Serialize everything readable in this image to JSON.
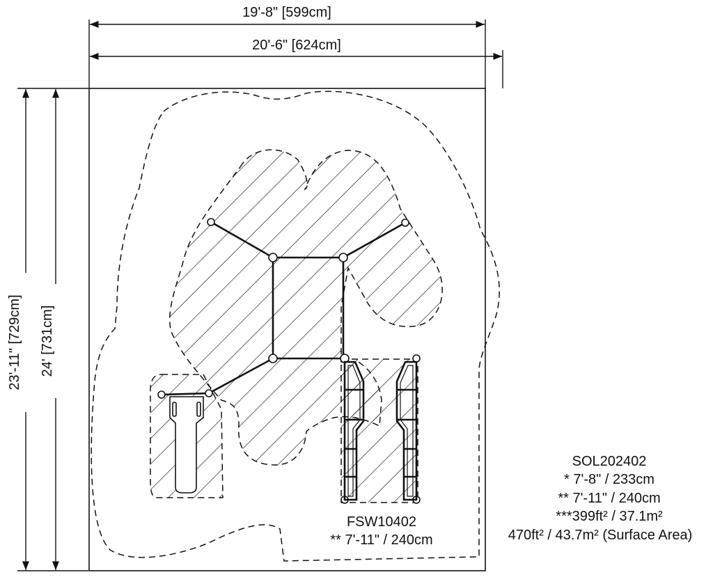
{
  "dimensions": {
    "top_inner": "19'-8\" [599cm]",
    "top_outer": "20'-6\" [624cm]",
    "left_outer": "23'-11\" [729cm]",
    "left_inner": "24' [731cm]"
  },
  "product_label": {
    "code": "FSW10402",
    "height": "** 7'-11\" / 240cm"
  },
  "info_block": {
    "code": "SOL202402",
    "line1": "* 7'-8\" / 233cm",
    "line2": "** 7'-11\" / 240cm",
    "line3": "***399ft² / 37.1m²",
    "line4": "470ft² / 43.7m² (Surface Area)"
  },
  "colors": {
    "ink": "#111111",
    "background": "#ffffff"
  }
}
